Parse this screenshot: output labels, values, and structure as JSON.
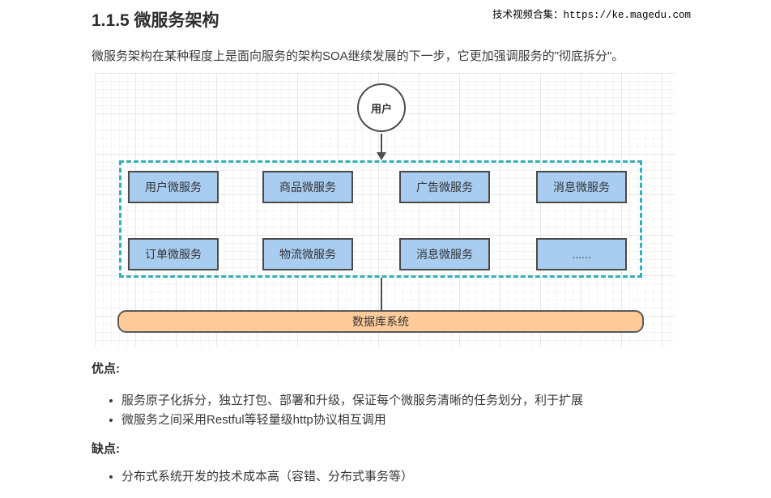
{
  "header": {
    "source_note": "技术视频合集：https://ke.magedu.com"
  },
  "section": {
    "title": "1.1.5 微服务架构",
    "intro": "微服务架构在某种程度上是面向服务的架构SOA继续发展的下一步，它更加强调服务的\"彻底拆分\"。"
  },
  "diagram": {
    "user_node": "用户",
    "services_row1": [
      "用户微服务",
      "商品微服务",
      "广告微服务",
      "消息微服务"
    ],
    "services_row2": [
      "订单微服务",
      "物流微服务",
      "消息微服务",
      "......"
    ],
    "database": "数据库系统",
    "colors": {
      "service_fill": "#A8CDF1",
      "service_border": "#4A4A4A",
      "cluster_border": "#33B0B5",
      "database_fill": "#FFCC99",
      "database_border": "#595959",
      "connector": "#4D4D4D"
    }
  },
  "pros": {
    "heading": "优点:",
    "items": [
      "服务原子化拆分，独立打包、部署和升级，保证每个微服务清晰的任务划分，利于扩展",
      "微服务之间采用Restful等轻量级http协议相互调用"
    ]
  },
  "cons": {
    "heading": "缺点:",
    "items": [
      "分布式系统开发的技术成本高（容错、分布式事务等）"
    ]
  }
}
